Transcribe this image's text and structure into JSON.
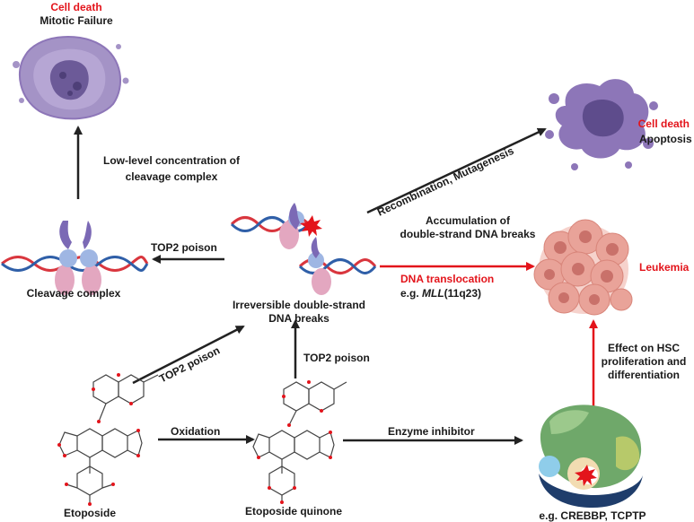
{
  "labels": {
    "cell_death": "Cell death",
    "mitotic_failure": "Mitotic Failure",
    "low_level_line1": "Low-level concentration of",
    "low_level_line2": "cleavage complex",
    "top2_poison": "TOP2 poison",
    "cleavage_complex": "Cleavage complex",
    "irreversible_line1": "Irreversible double-strand",
    "irreversible_line2": "DNA breaks",
    "recombination": "Recombination, Mutagenesis",
    "accumulation_line1": "Accumulation of",
    "accumulation_line2": "double-strand DNA breaks",
    "apoptosis": "Apoptosis",
    "dna_translocation": "DNA translocation",
    "eg_prefix": "e.g. ",
    "mll": "MLL",
    "mll_suffix": "(11q23)",
    "leukemia": "Leukemia",
    "effect_line1": "Effect on HSC",
    "effect_line2": "proliferation and",
    "effect_line3": "differentiation",
    "oxidation": "Oxidation",
    "enzyme_inhibitor": "Enzyme inhibitor",
    "etoposide": "Etoposide",
    "etoposide_quinone": "Etoposide quinone",
    "eg_creb": "e.g. CREBBP, TCPTP"
  },
  "colors": {
    "red_text": "#e3141b",
    "arrow_black": "#222222",
    "arrow_red": "#e3141b",
    "dna_red": "#d9363e",
    "dna_blue": "#2f5fa8",
    "protein_purple": "#7b69b5",
    "protein_blue": "#9fb6e3",
    "protein_pink": "#e3a7c0",
    "cell_purple": "#8d76b8",
    "leukemia_pink": "#e9a399",
    "molecule_red": "#e3141b"
  }
}
